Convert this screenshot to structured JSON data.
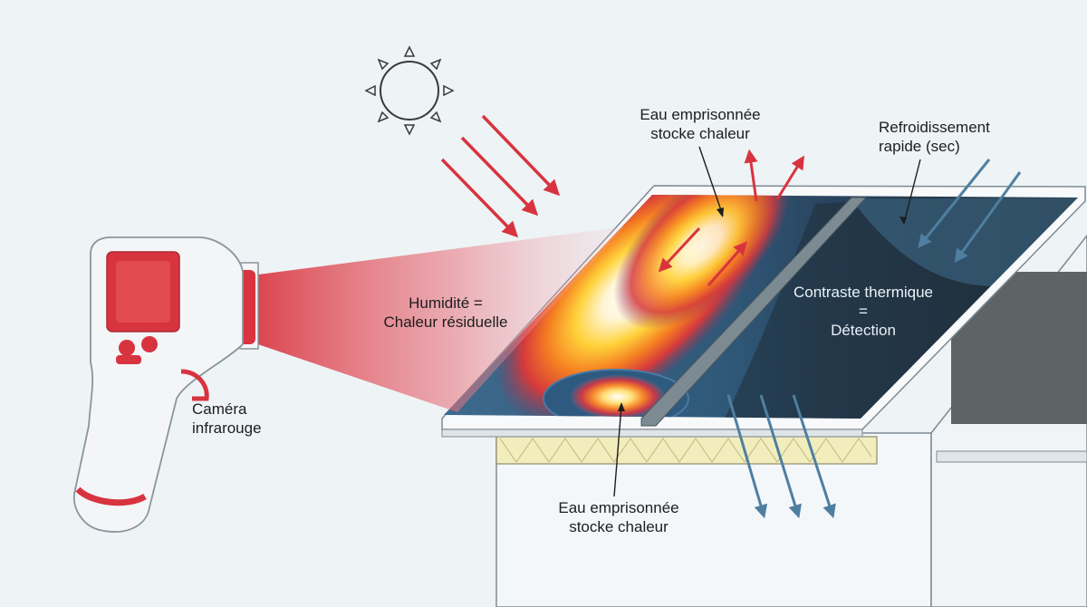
{
  "labels": {
    "camera": [
      "Caméra",
      "infrarouge"
    ],
    "humidity": [
      "Humidité =",
      "Chaleur résiduelle"
    ],
    "trapped_top": [
      "Eau emprisonnée",
      "stocke chaleur"
    ],
    "trapped_bottom": [
      "Eau emprisonnée",
      "stocke chaleur"
    ],
    "cooling": [
      "Refroidissement",
      "rapide (sec)"
    ],
    "contrast": [
      "Contraste thermique",
      "=",
      "Détection"
    ]
  },
  "colors": {
    "background": "#eef3f6",
    "accent_red": "#d8343f",
    "cool_blue": "#4f7fa0",
    "roof_dark": "#253746",
    "insulation": "#f2edbd"
  },
  "icons": {
    "sun": "sun-icon",
    "camera": "thermal-camera-icon"
  }
}
